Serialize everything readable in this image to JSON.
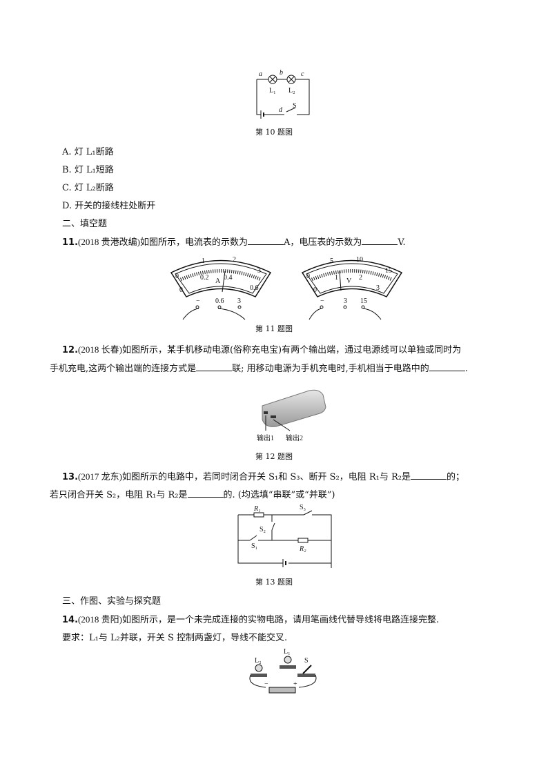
{
  "q10": {
    "caption": "第 10 题图",
    "labels": {
      "a": "a",
      "b": "b",
      "c": "c",
      "d": "d",
      "L1": "L₁",
      "L2": "L₂",
      "S": "S"
    },
    "options": [
      "A.  灯 L₁断路",
      "B.  灯 L₁短路",
      "C.  灯 L₂断路",
      "D.  开关的接线柱处断开"
    ]
  },
  "section2": "二、填空题",
  "q11": {
    "num": "11.",
    "src": "(2018 贵港改编)",
    "t1": "如图所示，电流表的示数为",
    "t2": "A，电压表的示数为",
    "t3": "V.",
    "caption": "第 11 题图",
    "ammeter": {
      "upper": [
        "0",
        "1",
        "2",
        "3"
      ],
      "lower": [
        "0",
        "0.2",
        "0.4",
        "0.6"
      ],
      "unit": "A",
      "terminals": [
        "−",
        "0.6",
        "3"
      ]
    },
    "voltmeter": {
      "upper": [
        "0",
        "5",
        "10",
        "15"
      ],
      "lower": [
        "0",
        "1",
        "2",
        "3"
      ],
      "unit": "V",
      "terminals": [
        "−",
        "3",
        "15"
      ]
    }
  },
  "q12": {
    "num": "12.",
    "src": "(2018 长春)",
    "line1": "如图所示，某手机移动电源(俗称充电宝)有两个输出端，通过电源线可以单独或同时为",
    "l2a": "手机充电,这两个输出端的连接方式是",
    "l2b": "联; 用移动电源为手机充电时,手机相当于电路中的",
    "l2c": ".",
    "out1": "输出1",
    "out2": "输出2",
    "caption": "第 12 题图"
  },
  "q13": {
    "num": "13.",
    "src": "(2017 龙东)",
    "l1a": "如图所示的电路中，若同时闭合开关 S₁和 S₃、断开 S₂，电阻 R₁与 R₂是",
    "l1b": "的；",
    "l2a": "若只闭合开关 S₂，电阻 R₁与 R₂是",
    "l2b": "的. (均选填“串联”或“并联”)",
    "labels": {
      "R1": "R₁",
      "R2": "R₂",
      "S1": "S₁",
      "S2": "S₂",
      "S3": "S₃"
    },
    "caption": "第 13 题图"
  },
  "section3": "三、作图、实验与探究题",
  "q14": {
    "num": "14.",
    "src": "(2018 贵阳)",
    "line1": "如图所示，是一个未完成连接的实物电路，请用笔画线代替导线将电路连接完整.",
    "line2": "要求：L₁与 L₂并联，开关 S 控制两盏灯，导线不能交叉.",
    "labels": {
      "L1": "L₁",
      "L2": "L₂",
      "S": "S",
      "minus": "−",
      "plus": "+"
    }
  }
}
